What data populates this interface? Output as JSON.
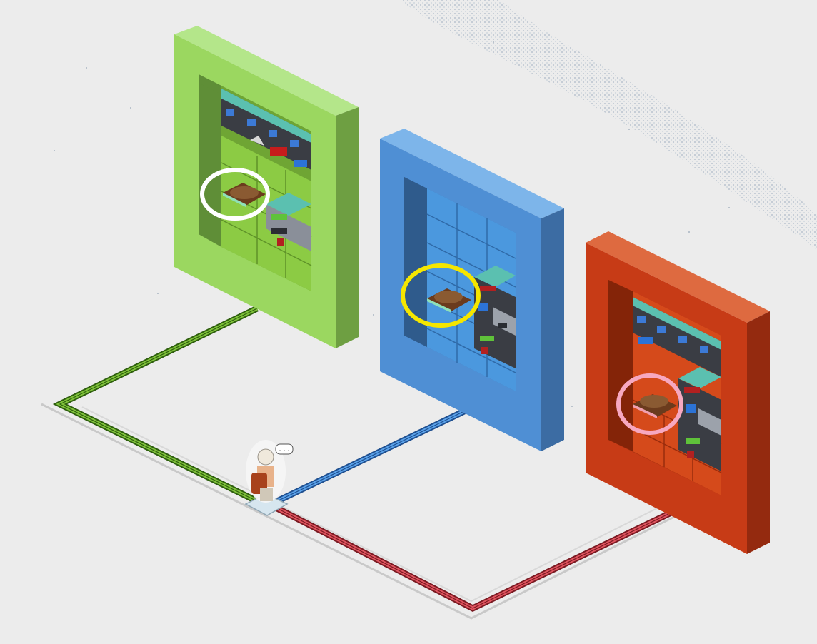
{
  "scene": {
    "background": "#ececec",
    "nebula_color": "#b8c2cc"
  },
  "frames": [
    {
      "id": "green",
      "label": "green-frame",
      "front": "#9bd760",
      "side": "#73a546",
      "inner": "#86c14f",
      "floor_light": "#8ccb44",
      "floor_dark": "#6fa534",
      "highlight_ring": "#ffffff"
    },
    {
      "id": "blue",
      "label": "blue-frame",
      "front": "#4f8fd4",
      "side": "#3c6ca3",
      "inner": "#447fc0",
      "floor_light": "#56a8ec",
      "floor_dark": "#3d85c9",
      "highlight_ring": "#f5e600"
    },
    {
      "id": "red",
      "label": "red-frame",
      "front": "#c73b16",
      "side": "#942a0f",
      "inner": "#b33412",
      "floor_light": "#d54a1b",
      "floor_dark": "#b93a12",
      "highlight_ring": "#f7a8c0"
    }
  ],
  "paths": [
    {
      "id": "green-path",
      "color": "#4d8f1c"
    },
    {
      "id": "blue-path",
      "color": "#3a78c4"
    },
    {
      "id": "red-path",
      "color": "#b0303a"
    }
  ],
  "avatar": {
    "speech": "...",
    "tile_color": "#d6e6ef"
  }
}
